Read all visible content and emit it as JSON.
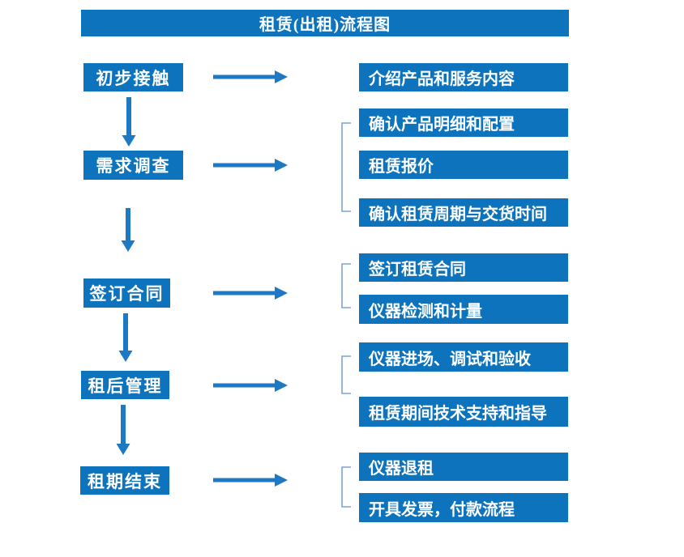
{
  "title": "租赁(出租)流程图",
  "colors": {
    "box_blue": "#0d73bc",
    "arrow_blue": "#1d79c3",
    "bracket_blue": "#7aa4d9",
    "text_white": "#ffffff"
  },
  "stages": [
    {
      "label": "初步接触",
      "outputs": [
        "介绍产品和服务内容"
      ]
    },
    {
      "label": "需求调查",
      "outputs": [
        "确认产品明细和配置",
        "租赁报价",
        "确认租赁周期与交货时间"
      ]
    },
    {
      "label": "签订合同",
      "outputs": [
        "签订租赁合同",
        "仪器检测和计量"
      ]
    },
    {
      "label": "租后管理",
      "outputs": [
        "仪器进场、调试和验收",
        "租赁期间技术支持和指导"
      ]
    },
    {
      "label": "租期结束",
      "outputs": [
        "仪器退租",
        "开具发票，付款流程"
      ]
    }
  ]
}
